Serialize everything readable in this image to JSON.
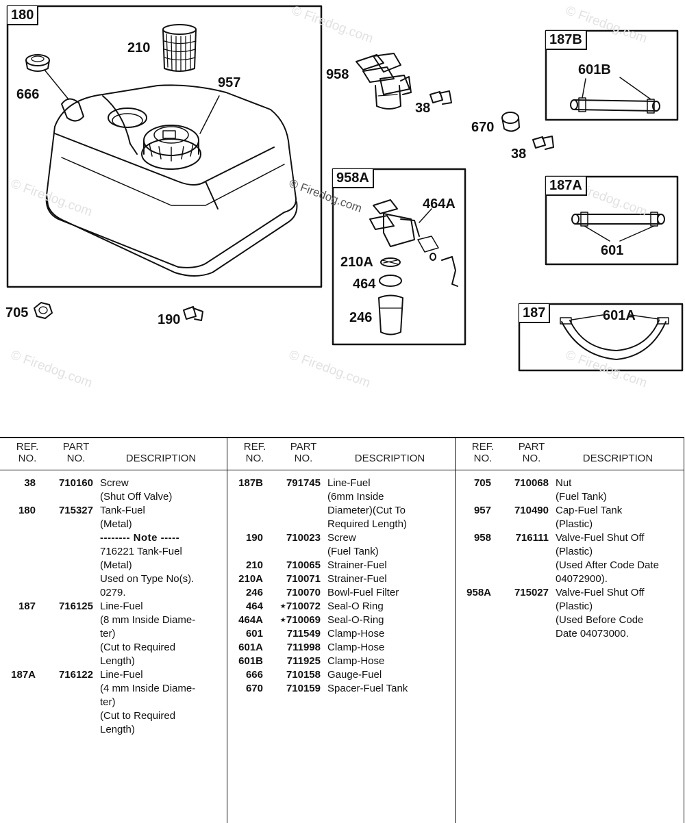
{
  "watermark": {
    "text": "© Firedog.com"
  },
  "diagram": {
    "boxes": {
      "b180": "180",
      "b187B": "187B",
      "b958A": "958A",
      "b187A": "187A",
      "b187": "187"
    },
    "callouts": {
      "c210": "210",
      "c957": "957",
      "c666": "666",
      "c958": "958",
      "c38a": "38",
      "c670": "670",
      "c38b": "38",
      "c601B": "601B",
      "c464A": "464A",
      "c210A": "210A",
      "c464": "464",
      "c246": "246",
      "c601": "601",
      "c601A": "601A",
      "c705": "705",
      "c190": "190"
    }
  },
  "table": {
    "headers": {
      "ref_line1": "REF.",
      "ref_line2": "NO.",
      "part_line1": "PART",
      "part_line2": "NO.",
      "description": "DESCRIPTION"
    },
    "columns": [
      {
        "rows": [
          {
            "ref": "38",
            "part": "710160",
            "desc": "Screw"
          },
          {
            "ref": "",
            "part": "",
            "desc": "(Shut Off Valve)"
          },
          {
            "ref": "180",
            "part": "715327",
            "desc": "Tank-Fuel"
          },
          {
            "ref": "",
            "part": "",
            "desc": "(Metal)"
          },
          {
            "ref": "",
            "part": "",
            "note": "-------- Note -----"
          },
          {
            "ref": "",
            "part": "",
            "desc": "716221 Tank-Fuel"
          },
          {
            "ref": "",
            "part": "",
            "desc": "(Metal)"
          },
          {
            "ref": "",
            "part": "",
            "desc": "Used on Type No(s)."
          },
          {
            "ref": "",
            "part": "",
            "desc": "0279."
          },
          {
            "ref": "187",
            "part": "716125",
            "desc": "Line-Fuel"
          },
          {
            "ref": "",
            "part": "",
            "desc": "(8 mm Inside Diame-"
          },
          {
            "ref": "",
            "part": "",
            "desc": "ter)"
          },
          {
            "ref": "",
            "part": "",
            "desc": "(Cut to Required"
          },
          {
            "ref": "",
            "part": "",
            "desc": "Length)"
          },
          {
            "ref": "187A",
            "part": "716122",
            "desc": "Line-Fuel"
          },
          {
            "ref": "",
            "part": "",
            "desc": "(4 mm Inside Diame-"
          },
          {
            "ref": "",
            "part": "",
            "desc": "ter)"
          },
          {
            "ref": "",
            "part": "",
            "desc": "(Cut to Required"
          },
          {
            "ref": "",
            "part": "",
            "desc": "Length)"
          }
        ]
      },
      {
        "rows": [
          {
            "ref": "187B",
            "part": "791745",
            "desc": "Line-Fuel"
          },
          {
            "ref": "",
            "part": "",
            "desc": "(6mm Inside"
          },
          {
            "ref": "",
            "part": "",
            "desc": "Diameter)(Cut To"
          },
          {
            "ref": "",
            "part": "",
            "desc": "Required Length)"
          },
          {
            "ref": "190",
            "part": "710023",
            "desc": "Screw"
          },
          {
            "ref": "",
            "part": "",
            "desc": "(Fuel Tank)"
          },
          {
            "ref": "210",
            "part": "710065",
            "desc": "Strainer-Fuel"
          },
          {
            "ref": "210A",
            "part": "710071",
            "desc": "Strainer-Fuel"
          },
          {
            "ref": "246",
            "part": "710070",
            "desc": "Bowl-Fuel Filter"
          },
          {
            "ref": "464",
            "part": "⋆710072",
            "desc": "Seal-O Ring"
          },
          {
            "ref": "464A",
            "part": "⋆710069",
            "desc": "Seal-O-Ring"
          },
          {
            "ref": "601",
            "part": "711549",
            "desc": "Clamp-Hose"
          },
          {
            "ref": "601A",
            "part": "711998",
            "desc": "Clamp-Hose"
          },
          {
            "ref": "601B",
            "part": "711925",
            "desc": "Clamp-Hose"
          },
          {
            "ref": "666",
            "part": "710158",
            "desc": "Gauge-Fuel"
          },
          {
            "ref": "670",
            "part": "710159",
            "desc": "Spacer-Fuel Tank"
          }
        ]
      },
      {
        "rows": [
          {
            "ref": "705",
            "part": "710068",
            "desc": "Nut"
          },
          {
            "ref": "",
            "part": "",
            "desc": "(Fuel Tank)"
          },
          {
            "ref": "957",
            "part": "710490",
            "desc": "Cap-Fuel Tank"
          },
          {
            "ref": "",
            "part": "",
            "desc": "(Plastic)"
          },
          {
            "ref": "958",
            "part": "716111",
            "desc": "Valve-Fuel Shut Off"
          },
          {
            "ref": "",
            "part": "",
            "desc": "(Plastic)"
          },
          {
            "ref": "",
            "part": "",
            "desc": "(Used After Code Date"
          },
          {
            "ref": "",
            "part": "",
            "desc": "04072900)."
          },
          {
            "ref": "958A",
            "part": "715027",
            "desc": "Valve-Fuel Shut Off"
          },
          {
            "ref": "",
            "part": "",
            "desc": "(Plastic)"
          },
          {
            "ref": "",
            "part": "",
            "desc": "(Used Before Code"
          },
          {
            "ref": "",
            "part": "",
            "desc": "Date 04073000."
          }
        ]
      }
    ]
  }
}
